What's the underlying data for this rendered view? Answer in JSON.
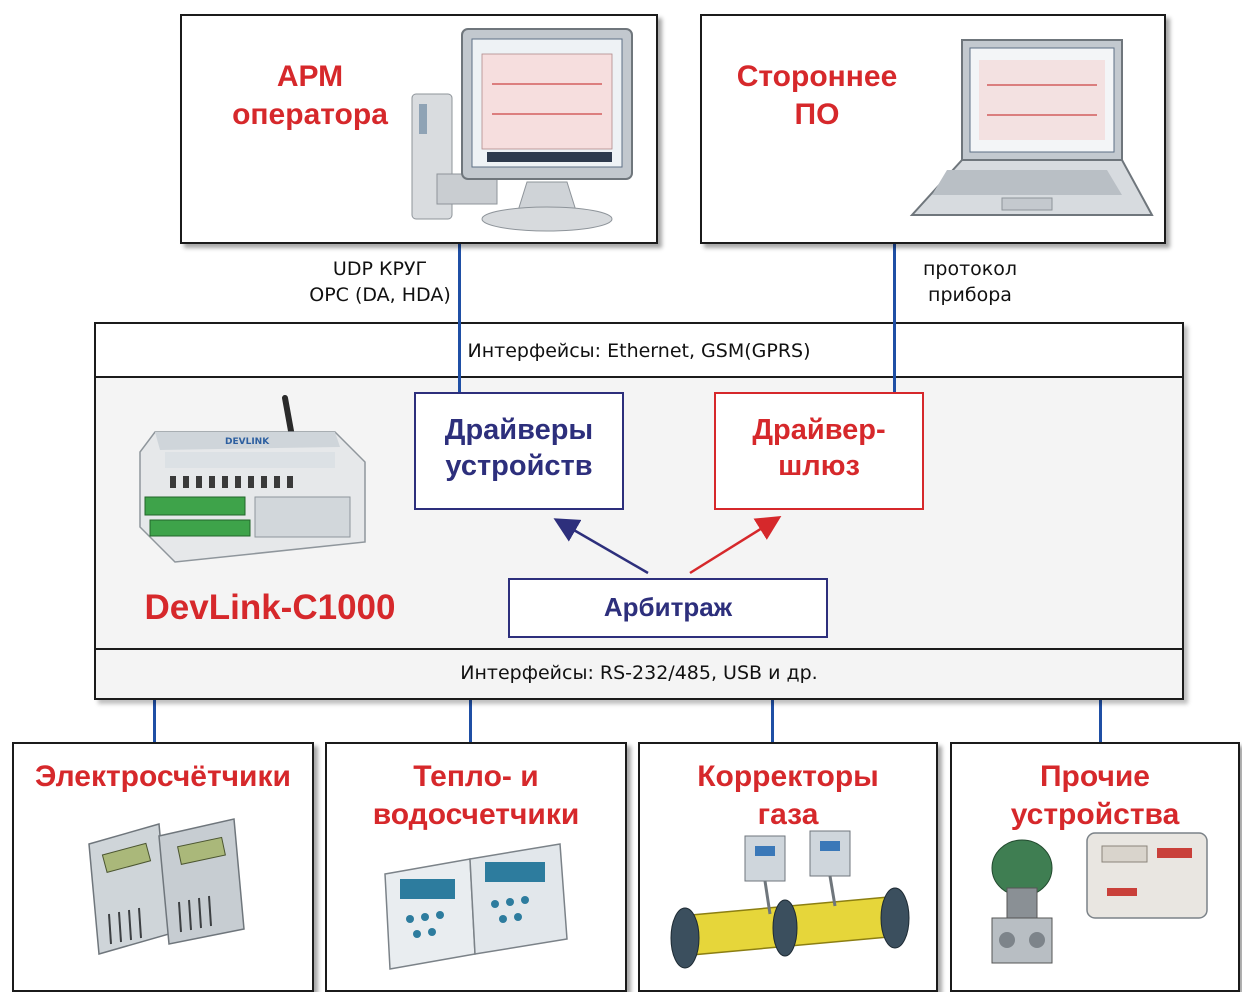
{
  "top": {
    "arm": {
      "line1": "АРМ",
      "line2": "оператора"
    },
    "third_party": {
      "line1": "Стороннее",
      "line2": "ПО"
    }
  },
  "links": {
    "arm_proto_1": "UDP КРУГ",
    "arm_proto_2": "OPC (DA, HDA)",
    "tp_proto_1": "протокол",
    "tp_proto_2": "прибора"
  },
  "controller": {
    "iface_top": "Интерфейсы: Ethernet, GSM(GPRS)",
    "iface_bottom": "Интерфейсы: RS-232/485, USB и др.",
    "drivers": {
      "line1": "Драйверы",
      "line2": "устройств"
    },
    "gateway": {
      "line1": "Драйвер-",
      "line2": "шлюз"
    },
    "arbitration": "Арбитраж",
    "device_name": "DevLink-C1000",
    "device_brand": "DEVLINK"
  },
  "devices": [
    {
      "line1": "Электросчётчики",
      "line2": ""
    },
    {
      "line1": "Тепло- и",
      "line2": "водосчетчики"
    },
    {
      "line1": "Корректоры",
      "line2": "газа"
    },
    {
      "line1": "Прочие",
      "line2": "устройства"
    }
  ],
  "colors": {
    "accent_red": "#d6282b",
    "navy": "#2d2f7c",
    "link_blue": "#1f4fa5"
  }
}
